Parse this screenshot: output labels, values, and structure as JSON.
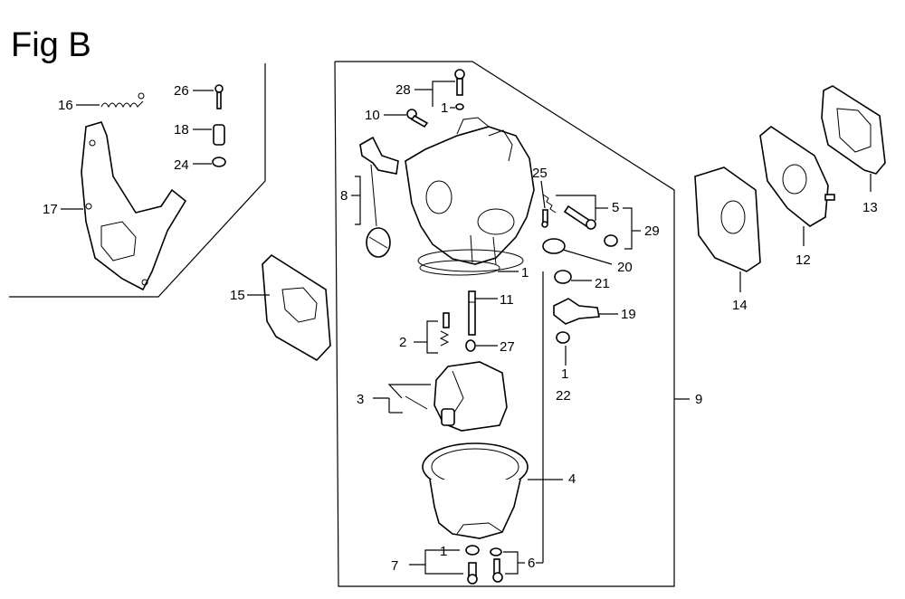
{
  "figure": {
    "title": "Fig B"
  },
  "labels": {
    "l16": "16",
    "l26": "26",
    "l18": "18",
    "l24": "24",
    "l17": "17",
    "l15": "15",
    "l28": "28",
    "l1a": "1",
    "l10": "10",
    "l8": "8",
    "l25": "25",
    "l5a": "5",
    "l29": "29",
    "l20": "20",
    "l1b": "1",
    "l21": "21",
    "l11": "11",
    "l19": "19",
    "l2": "2",
    "l27": "27",
    "l1c": "1",
    "l22": "22",
    "l3": "3",
    "l9": "9",
    "l4": "4",
    "l7": "7",
    "l1d": "1",
    "l6": "6",
    "l14": "14",
    "l12": "12",
    "l13": "13"
  }
}
